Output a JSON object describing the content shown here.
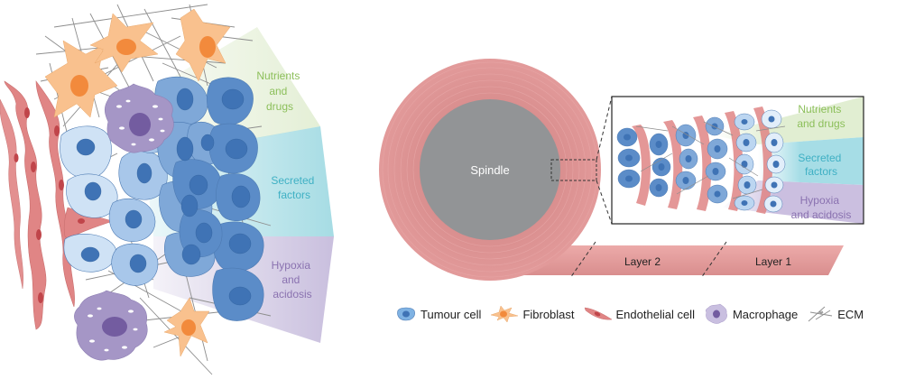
{
  "left_panel": {
    "gradient_bands": [
      {
        "name": "nutrients",
        "label_lines": [
          "Nutrients",
          "and",
          "drugs"
        ],
        "color": "#e4efd6",
        "text_color": "#8cbf5a"
      },
      {
        "name": "secreted",
        "label_lines": [
          "Secreted",
          "factors"
        ],
        "color": "#a6dce4",
        "text_color": "#3fb0c4"
      },
      {
        "name": "hypoxia",
        "label_lines": [
          "Hypoxia",
          "and",
          "acidosis"
        ],
        "color": "#c9bfde",
        "text_color": "#8a72b0"
      }
    ]
  },
  "right_panel": {
    "spindle_label": "Spindle",
    "layers": [
      "Layer 2",
      "Layer 1"
    ],
    "inset_bands": [
      {
        "name": "nutrients",
        "label_lines": [
          "Nutrients",
          "and drugs"
        ],
        "color": "#e1eed2",
        "text_color": "#8cbf5a"
      },
      {
        "name": "secreted",
        "label_lines": [
          "Secreted",
          "factors"
        ],
        "color": "#a6dde6",
        "text_color": "#3fb0c4"
      },
      {
        "name": "hypoxia",
        "label_lines": [
          "Hypoxia",
          "and acidosis"
        ],
        "color": "#cbbfe0",
        "text_color": "#8a72b0"
      }
    ]
  },
  "legend": [
    {
      "icon": "tumour-cell-icon",
      "label": "Tumour cell"
    },
    {
      "icon": "fibroblast-icon",
      "label": "Fibroblast"
    },
    {
      "icon": "endothelial-cell-icon",
      "label": "Endothelial cell"
    },
    {
      "icon": "macrophage-icon",
      "label": "Macrophage"
    },
    {
      "icon": "ecm-icon",
      "label": "ECM"
    }
  ],
  "colors": {
    "tumour_dark": "#5b8cc8",
    "tumour_mid": "#7fa8d8",
    "tumour_light": "#cfe2f5",
    "nucleus": "#3f73b5",
    "fibroblast": "#f9c18e",
    "fibroblast_nucleus": "#f28a3c",
    "endothelial": "#e08585",
    "endothelial_nucleus": "#c0454a",
    "macrophage": "#a596c6",
    "macrophage_nucleus": "#735ca0",
    "ecm": "#8a8a8a",
    "roll": "#dc8c8c",
    "spindle": "#929496"
  }
}
